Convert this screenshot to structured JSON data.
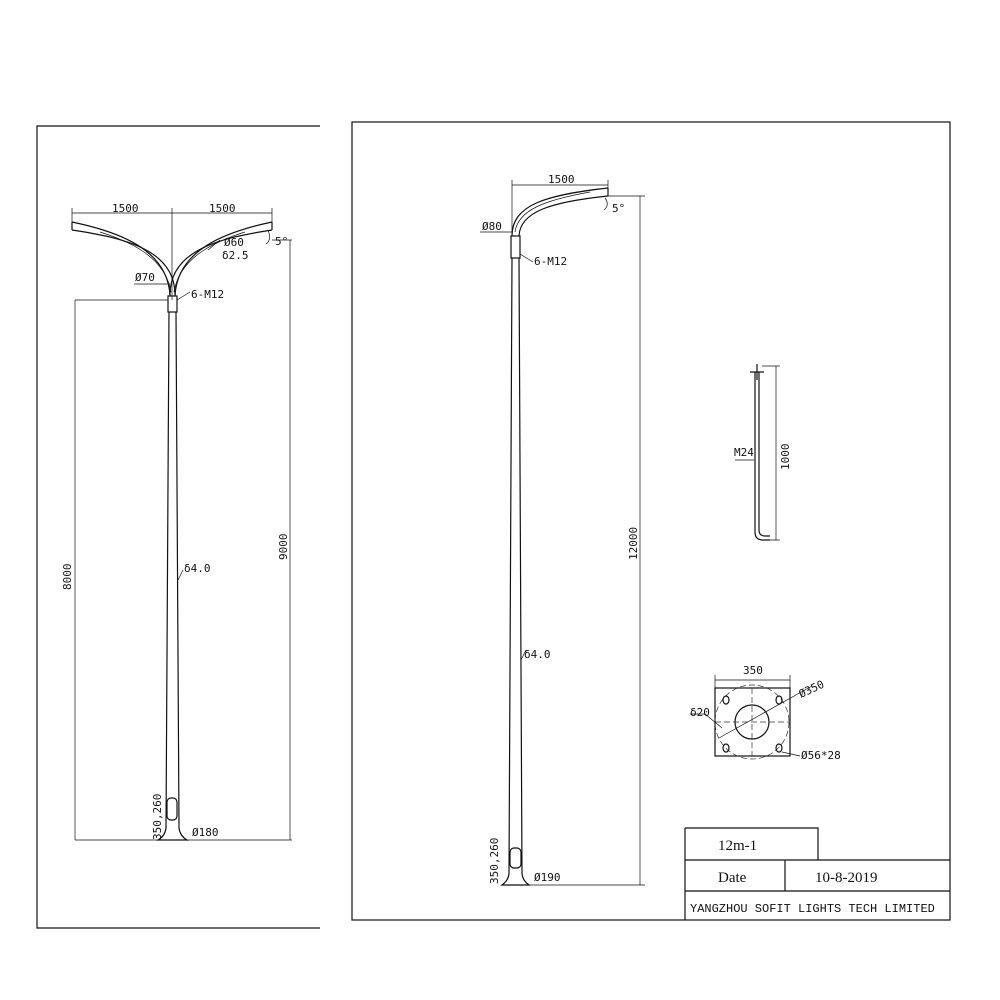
{
  "left_drawing": {
    "arm_left_length": "1500",
    "arm_right_length": "1500",
    "arm_diameter": "Ø60",
    "arm_thickness": "δ2.5",
    "tilt": "5°",
    "top_diameter": "Ø70",
    "bolts": "6-M12",
    "height_pole": "8000",
    "height_total": "9000",
    "pole_thickness": "δ4.0",
    "door_dims": "350,260",
    "base_diameter": "Ø180"
  },
  "right_drawing": {
    "arm_length": "1500",
    "tilt": "5°",
    "top_diameter": "Ø80",
    "bolts": "6-M12",
    "height_total": "12000",
    "pole_thickness": "δ4.0",
    "door_dims": "350,260",
    "base_diameter": "Ø190",
    "anchor_bolt": {
      "thread": "M24",
      "length": "1000"
    },
    "base_plate": {
      "width": "350",
      "thickness": "δ20",
      "circle": "Ø350",
      "holes": "Ø56*28"
    }
  },
  "title_block": {
    "model": "12m-1",
    "date_label": "Date",
    "date_value": "10-8-2019",
    "company": "YANGZHOU SOFIT LIGHTS TECH LIMITED"
  }
}
